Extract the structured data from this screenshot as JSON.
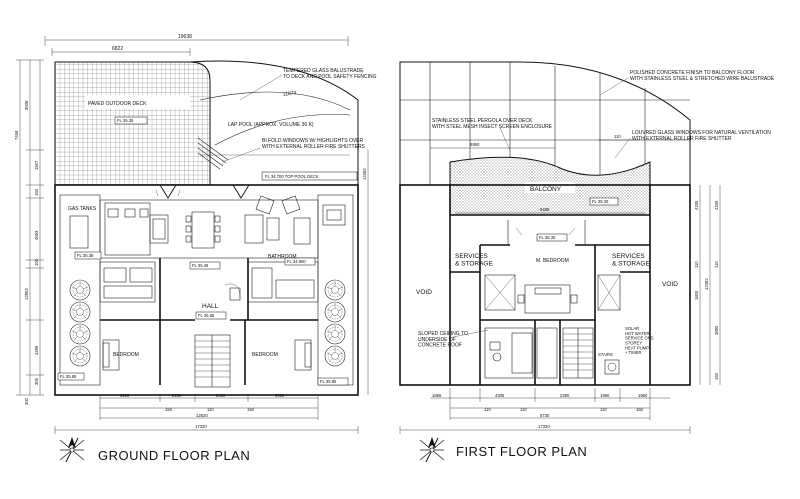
{
  "ground": {
    "title": "GROUND FLOOR PLAN",
    "dims_top": [
      "19638",
      "6822"
    ],
    "dim_diag": "11873",
    "dims_left": [
      "7458",
      "3938",
      "1947",
      "150",
      "4693",
      "100",
      "12863",
      "4499",
      "306",
      "300"
    ],
    "dims_bottom_row1": [
      "3998",
      "2100",
      "2390",
      "3998"
    ],
    "dims_bottom_row2": [
      "150",
      "110",
      "150"
    ],
    "dim_inner_total": "12620",
    "dim_total": "17320",
    "dim_right": "12382",
    "notes": {
      "glass": "TEMPERED GLASS BALUSTRADE\nTO DECK AND POOL SAFETY FENCING",
      "lap_pool": "LAP POOL (APPROX. VOLUME 36 K)",
      "bifold": "BI FOLD WINDOWS W/ HIGHLIGHTS OVER\nWITH EXTERNAL ROLLER FIRE SHUTTERS",
      "deck": "PAVED OUTDOOR DECK",
      "gas": "GAS TANKS"
    },
    "rooms": {
      "hall": "HALL",
      "bedroom_left": "BEDROOM",
      "bedroom_right": "BEDROOM",
      "bathroom": "BATHROOM"
    },
    "levels": {
      "deck": "FL 35.35",
      "pool": "FL 34.700 TOP POOL DECK",
      "gas": "FL 35.35",
      "kitchen": "FL 35.45",
      "bath": "FL 34.800",
      "hall": "FL 35.55",
      "bed_left": "FL 35.85",
      "bed_right": "FL 35.85"
    }
  },
  "first": {
    "title": "FIRST FLOOR PLAN",
    "notes": {
      "concrete": "POLISHED CONCRETE FINISH TO BALCONY FLOOR\nWITH STAINLESS STEEL & STRETCHED WIRE BALUSTRADE",
      "pergola": "STAINLESS STEEL PERGOLA OVER DECK\nWITH STEEL MESH INSECT SCREEN ENCLOSURE",
      "louvre": "LOUVRED GLASS WINDOWS FOR NATURAL VENTILATION\nWITH EXTERNAL ROLLER FIRE SHUTTER",
      "sloped": "SLOPED CEILING TO\nUNDERSIDE OF\nCONCRETE ROOF",
      "solar": "SOLAR\nHOT WATER\nSERVICE ONS\nSTOREY\nHEAT PUMP\n+ TIMER",
      "stairs": "STAIRS"
    },
    "rooms": {
      "balcony": "BALCONY",
      "services_left": "SERVICES\n& STORAGE",
      "services_right": "SERVICES\n& STORAGE",
      "bedroom": "M. BEDROOM",
      "void_left": "VOID",
      "void_right": "VOID"
    },
    "dims": {
      "balcony_span": "8485",
      "top_left": "6950",
      "top_right": "110",
      "bottom_row1": [
        "1865",
        "4305",
        "2390",
        "1980",
        "1960"
      ],
      "bottom_row2": [
        "110",
        "110",
        "110",
        "150"
      ],
      "inner_total": "8730",
      "total": "17320",
      "right": [
        "4335",
        "110",
        "1800",
        "12382",
        "4335",
        "110",
        "3890",
        "150"
      ]
    },
    "levels": {
      "balcony": "FL 38.30",
      "bedroom": "FL 38.30"
    }
  }
}
